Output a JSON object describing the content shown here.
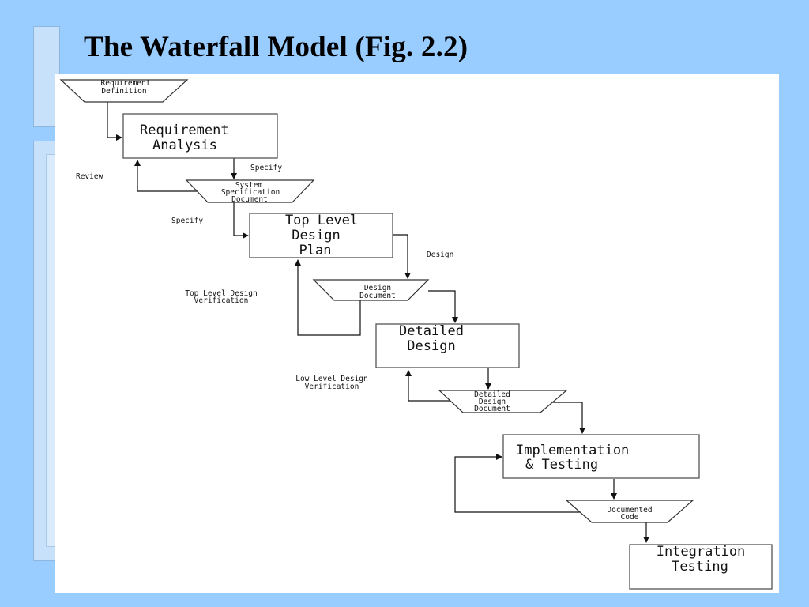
{
  "slide": {
    "title": "The Waterfall Model (Fig. 2.2)"
  },
  "phases": {
    "requirement_analysis": [
      "Requirement",
      "Analysis"
    ],
    "top_level_design_plan": [
      "Top Level",
      "Design",
      "Plan"
    ],
    "detailed_design": [
      "Detailed",
      "Design"
    ],
    "implementation_testing": [
      "Implementation",
      "& Testing"
    ],
    "integration_testing": [
      "Integration",
      "Testing"
    ]
  },
  "documents": {
    "requirement_definition": [
      "Requirement",
      "Definition"
    ],
    "system_specification_document": [
      "System",
      "Specification",
      "Document"
    ],
    "design_document": [
      "Design",
      "Document"
    ],
    "detailed_design_document": [
      "Detailed",
      "Design",
      "Document"
    ],
    "documented_code": [
      "Documented",
      "Code"
    ]
  },
  "labels": {
    "review": "Review",
    "specify_1": "Specify",
    "specify_2": "Specify",
    "design": "Design",
    "top_level_design_verification": [
      "Top Level Design",
      "Verification"
    ],
    "low_level_design_verification": [
      "Low Level Design",
      "Verification"
    ]
  }
}
